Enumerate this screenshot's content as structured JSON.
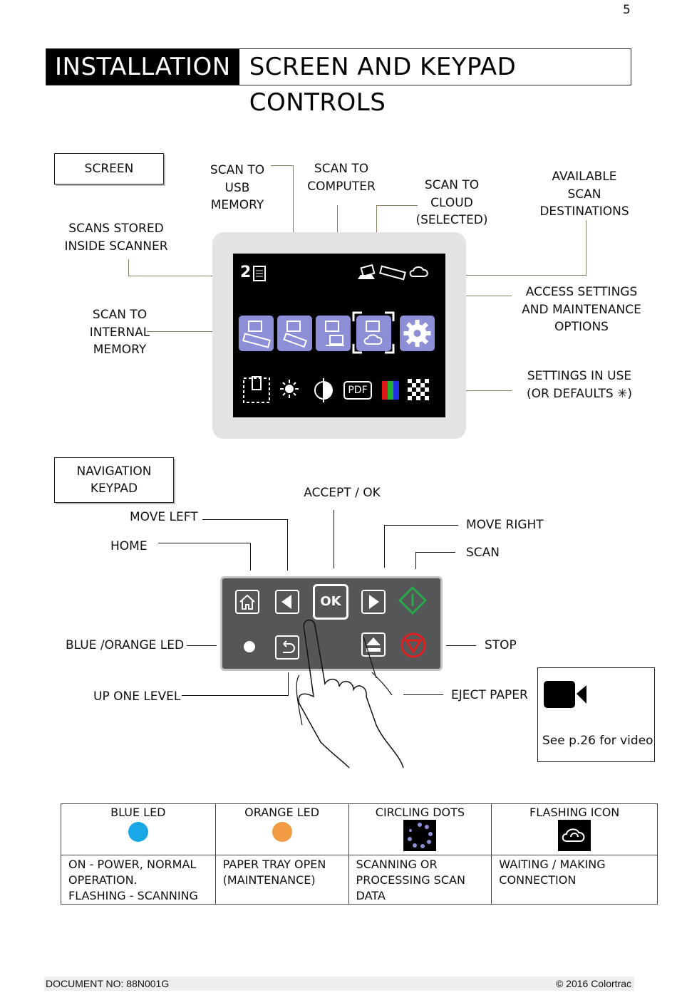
{
  "page_number": "5",
  "header": {
    "section": "INSTALLATION",
    "title": "SCREEN AND KEYPAD CONTROLS"
  },
  "screen_section": {
    "box_label": "SCREEN",
    "labels": {
      "scan_to_usb": [
        "SCAN TO",
        "USB",
        "MEMORY"
      ],
      "scan_to_computer": [
        "SCAN TO",
        "COMPUTER"
      ],
      "scan_to_cloud": [
        "SCAN TO",
        "CLOUD",
        "(SELECTED)"
      ],
      "available_destinations": [
        "AVAILABLE",
        "SCAN",
        "DESTINATIONS"
      ],
      "scans_stored": [
        "SCANS STORED",
        "INSIDE SCANNER"
      ],
      "scan_to_internal": [
        "SCAN TO",
        "INTERNAL",
        "MEMORY"
      ],
      "access_settings": [
        "ACCESS SETTINGS",
        "AND MAINTENANCE",
        "OPTIONS"
      ],
      "settings_in_use": [
        "SETTINGS IN USE",
        "(OR DEFAULTS ✳)"
      ]
    },
    "display": {
      "scan_count": "2",
      "pdf_label": "PDF"
    }
  },
  "keypad_section": {
    "box_label": [
      "NAVIGATION",
      "KEYPAD"
    ],
    "labels": {
      "accept_ok": "ACCEPT / OK",
      "move_left": "MOVE LEFT",
      "home": "HOME",
      "move_right": "MOVE RIGHT",
      "scan": "SCAN",
      "blue_orange_led": "BLUE /ORANGE LED",
      "stop": "STOP",
      "up_one_level": "UP ONE LEVEL",
      "eject_paper": "EJECT PAPER"
    },
    "ok_key": "OK",
    "video_note": "See p.26 for video"
  },
  "led_table": {
    "columns": [
      {
        "title": "BLUE LED",
        "description": [
          "ON - POWER, NORMAL",
          "OPERATION.",
          "FLASHING - SCANNING"
        ],
        "color": "#1aa7e8"
      },
      {
        "title": "ORANGE LED",
        "description": [
          "PAPER TRAY OPEN",
          "(MAINTENANCE)"
        ],
        "color": "#f39a45"
      },
      {
        "title": "CIRCLING DOTS",
        "description": [
          "SCANNING OR",
          "PROCESSING SCAN",
          "DATA"
        ]
      },
      {
        "title": "FLASHING ICON",
        "description": [
          "WAITING / MAKING",
          "CONNECTION"
        ]
      }
    ]
  },
  "footer": {
    "document_no": "DOCUMENT NO:  88N001G",
    "copyright": "© 2016 Colortrac"
  },
  "colors": {
    "accent_icon": "#8c8ed6",
    "scan_green": "#2aa84a",
    "stop_red": "#e02020",
    "leader_line": "#8a7f60"
  }
}
